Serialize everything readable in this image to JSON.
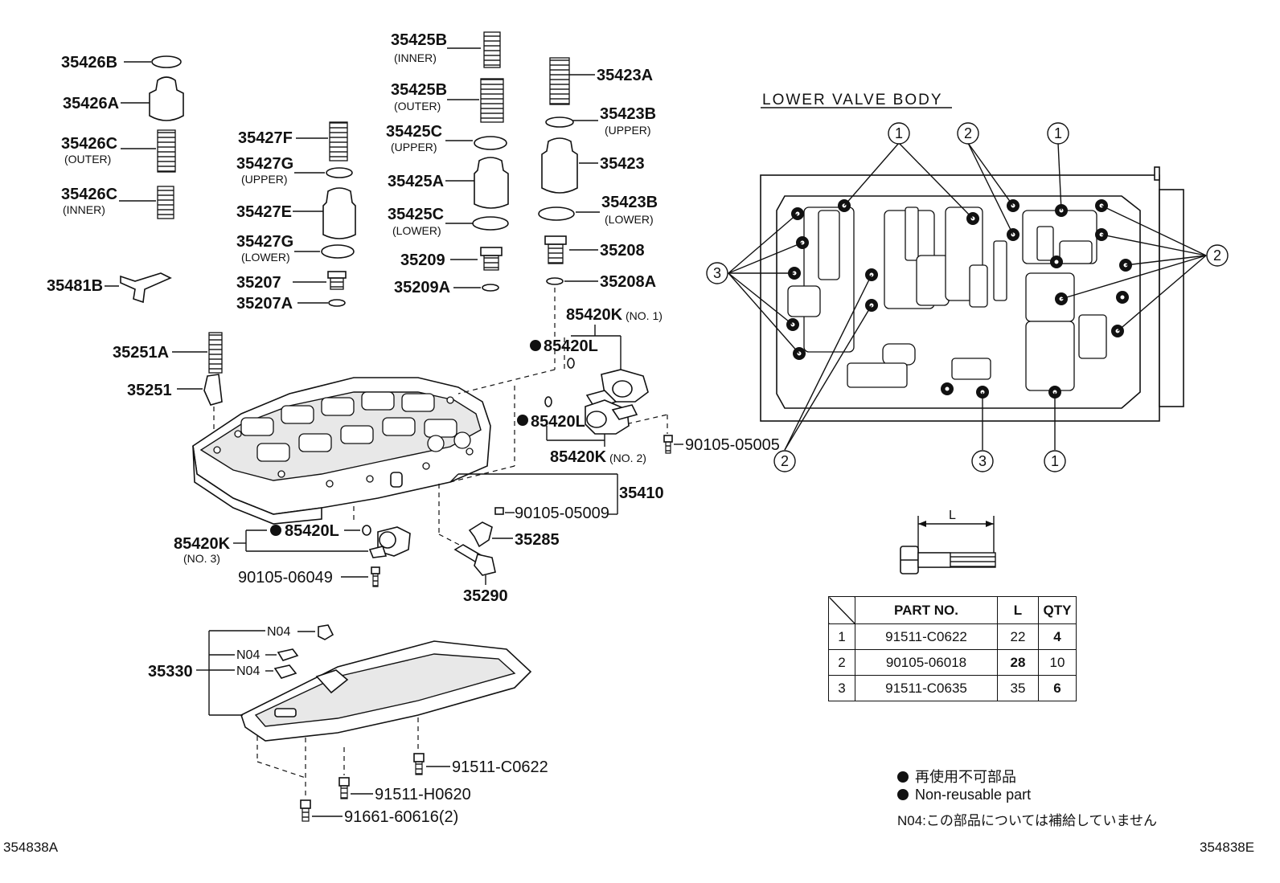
{
  "section_title": "LOWER VALVE BODY",
  "left_parts": {
    "p35426B": "35426B",
    "p35426A": "35426A",
    "p35426C_outer": "35426C",
    "outer1": "(OUTER)",
    "p35426C_inner": "35426C",
    "inner1": "(INNER)",
    "p35481B": "35481B",
    "p35427F": "35427F",
    "p35427G_upper": "35427G",
    "upper1": "(UPPER)",
    "p35427E": "35427E",
    "p35427G_lower": "35427G",
    "lower1": "(LOWER)",
    "p35207": "35207",
    "p35207A": "35207A",
    "p35251A": "35251A",
    "p35251": "35251"
  },
  "mid_parts": {
    "p35425B_inner": "35425B",
    "inner2": "(INNER)",
    "p35425B_outer": "35425B",
    "outer2": "(OUTER)",
    "p35425C_upper": "35425C",
    "upper2": "(UPPER)",
    "p35425A": "35425A",
    "p35425C_lower": "35425C",
    "lower2": "(LOWER)",
    "p35209": "35209",
    "p35209A": "35209A",
    "p35423A": "35423A",
    "p35423B_upper": "35423B",
    "upper3": "(UPPER)",
    "p35423": "35423",
    "p35423B_lower": "35423B",
    "lower3": "(LOWER)",
    "p35208": "35208",
    "p35208A": "35208A"
  },
  "solenoid_parts": {
    "p85420K_1": "85420K",
    "no1": "(NO. 1)",
    "p85420L_1": "85420L",
    "p85420L_2": "85420L",
    "p85420K_2": "85420K",
    "no2": "(NO. 2)",
    "p90105_05005": "90105-05005",
    "p35410": "35410",
    "p90105_05009": "90105-05009",
    "p35285": "35285",
    "p35290": "35290",
    "p85420K_3": "85420K",
    "no3": "(NO. 3)",
    "p85420L_3": "85420L",
    "p90105_06049": "90105-06049"
  },
  "lower_parts": {
    "n04_a": "N04",
    "n04_b": "N04",
    "n04_c": "N04",
    "p35330": "35330",
    "p91511_C0622": "91511-C0622",
    "p91511_H0620": "91511-H0620",
    "p91661_60616": "91661-60616(2)"
  },
  "callouts": {
    "one": "1",
    "two": "2",
    "three": "3",
    "bolt_length": "L"
  },
  "spec_table": {
    "headers": [
      "",
      "PART NO.",
      "L",
      "QTY"
    ],
    "rows": [
      {
        "id": "1",
        "part": "91511-C0622",
        "l": "22",
        "qty": "4"
      },
      {
        "id": "2",
        "part": "90105-06018",
        "l": "28",
        "qty": "10"
      },
      {
        "id": "3",
        "part": "91511-C0635",
        "l": "35",
        "qty": "6"
      }
    ]
  },
  "legend": {
    "jp": "再使用不可部品",
    "en": "Non-reusable part",
    "n04_note": "N04:この部品については補給していません"
  },
  "figure_ids": {
    "left": "354838A",
    "right": "354838E"
  }
}
